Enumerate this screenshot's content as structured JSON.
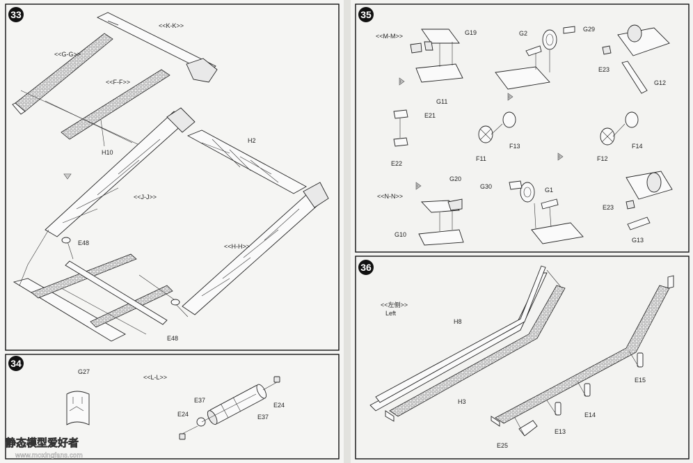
{
  "page_left": {
    "step_33": {
      "number": "33",
      "labels": {
        "kk": "<<K-K>>",
        "gg": "<<G-G>>",
        "ff": "<<F-F>>",
        "h10": "H10",
        "h2": "H2",
        "jj": "<<J-J>>",
        "e48_top": "E48",
        "hh": "<<H-H>>",
        "e48_bottom": "E48"
      }
    },
    "step_34": {
      "number": "34",
      "labels": {
        "g27": "G27",
        "ll": "<<L-L>>",
        "e37_left": "E37",
        "e24_left": "E24",
        "e37_right": "E37",
        "e24_right": "E24"
      }
    }
  },
  "page_right": {
    "step_35": {
      "number": "35",
      "labels": {
        "mm": "<<M-M>>",
        "g19": "G19",
        "g11": "G11",
        "g2": "G2",
        "g29": "G29",
        "e23_top": "E23",
        "g12": "G12",
        "e21": "E21",
        "e22": "E22",
        "f11": "F11",
        "f13": "F13",
        "f12": "F12",
        "f14": "F14",
        "nn": "<<N-N>>",
        "g20": "G20",
        "g10": "G10",
        "g30": "G30",
        "g1": "G1",
        "e23_bottom": "E23",
        "g13": "G13"
      }
    },
    "step_36": {
      "number": "36",
      "labels": {
        "left_cn": "<<左侧>>",
        "left": "Left",
        "h8": "H8",
        "h3": "H3",
        "e15": "E15",
        "e14": "E14",
        "e13": "E13",
        "e25": "E25"
      }
    }
  },
  "watermark": {
    "cn": "静态模型爱好者",
    "url": "www.moxingfans.com"
  }
}
